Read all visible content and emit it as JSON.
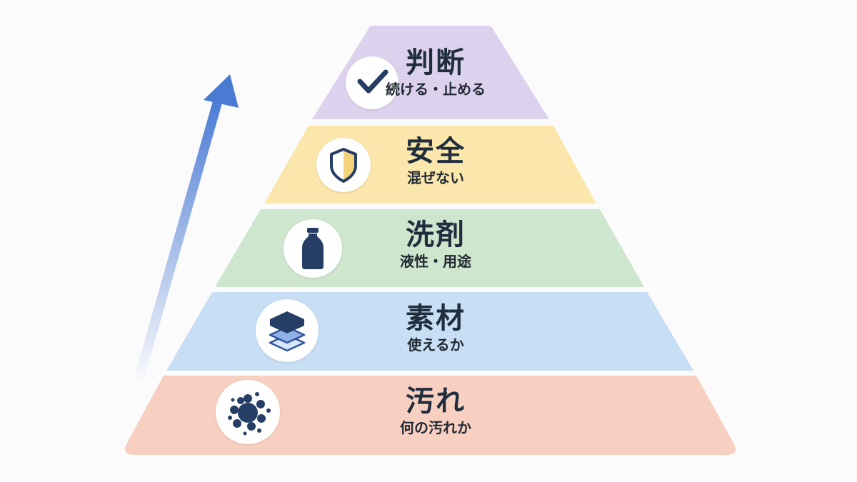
{
  "pyramid": {
    "levels": [
      {
        "title": "判断",
        "subtitle": "続ける・止める",
        "icon": "checkmark-icon",
        "color": "#ddd2ee"
      },
      {
        "title": "安全",
        "subtitle": "混ぜない",
        "icon": "shield-icon",
        "color": "#fbe7ab"
      },
      {
        "title": "洗剤",
        "subtitle": "液性・用途",
        "icon": "bottle-icon",
        "color": "#cfe6ce"
      },
      {
        "title": "素材",
        "subtitle": "使えるか",
        "icon": "layers-icon",
        "color": "#c7def4"
      },
      {
        "title": "汚れ",
        "subtitle": "何の汚れか",
        "icon": "splat-icon",
        "color": "#f8d0c2"
      }
    ]
  },
  "arrow": {
    "icon": "up-arrow-icon",
    "color": "#4a7bd4"
  },
  "icon_color": "#263e66"
}
